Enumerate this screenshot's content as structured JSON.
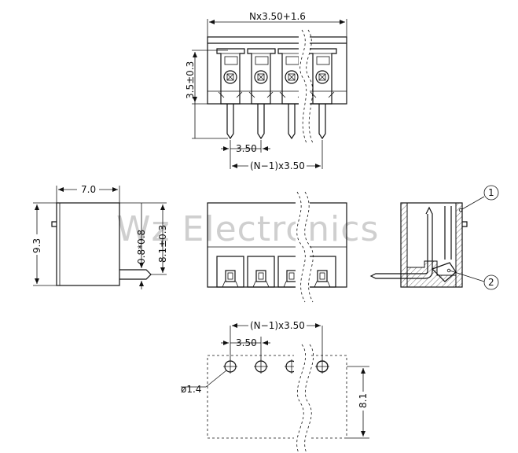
{
  "watermark": "Wz Electronics",
  "top_view": {
    "overall_width": "Nx3.50+1.6",
    "height": "3.5±0.3",
    "pitch": "3.50",
    "span": "(N−1)x3.50"
  },
  "side_view": {
    "width": "7.0",
    "height": "9.3",
    "pin": "0.8*0.8",
    "pin_height": "8.1±0.3"
  },
  "section_view": {
    "callout_1": "1",
    "callout_2": "2"
  },
  "pcb_layout": {
    "span": "(N−1)x3.50",
    "pitch": "3.50",
    "hole_diameter": "ø1.4",
    "depth": "8.1"
  }
}
